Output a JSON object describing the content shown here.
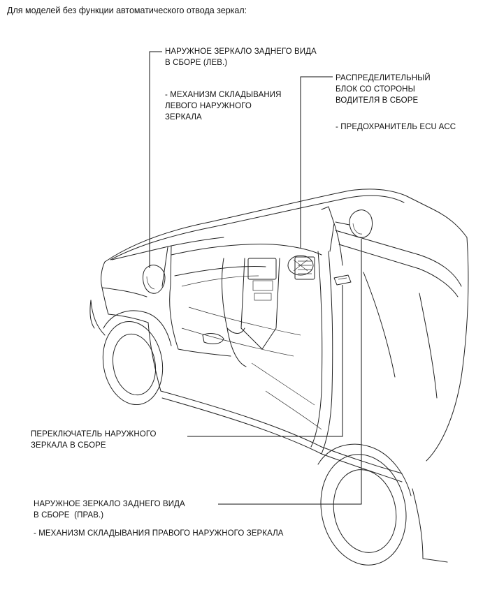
{
  "heading": "Для моделей без функции автоматического отвода зеркал:",
  "callouts": {
    "left_mirror": {
      "title_line1": "НАРУЖНОЕ ЗЕРКАЛО ЗАДНЕГО ВИДА",
      "title_line2": "В СБОРЕ (ЛЕВ.)",
      "sub_line1": "- МЕХАНИЗМ СКЛАДЫВАНИЯ",
      "sub_line2": "ЛЕВОГО НАРУЖНОГО",
      "sub_line3": "ЗЕРКАЛА"
    },
    "junction_block": {
      "title_line1": "РАСПРЕДЕЛИТЕЛЬНЫЙ",
      "title_line2": "БЛОК СО СТОРОНЫ",
      "title_line3": "ВОДИТЕЛЯ В СБОРЕ",
      "sub_line1": "- ПРЕДОХРАНИТЕЛЬ ECU ACC"
    },
    "mirror_switch": {
      "title_line1": "ПЕРЕКЛЮЧАТЕЛЬ НАРУЖНОГО",
      "title_line2": "ЗЕРКАЛА В СБОРЕ"
    },
    "right_mirror": {
      "title_line1": "НАРУЖНОЕ ЗЕРКАЛО ЗАДНЕГО ВИДА",
      "title_line2": "В СБОРЕ  (ПРАВ.)",
      "sub_line1": "- МЕХАНИЗМ СКЛАДЫВАНИЯ ПРАВОГО НАРУЖНОГО ЗЕРКАЛА"
    }
  }
}
